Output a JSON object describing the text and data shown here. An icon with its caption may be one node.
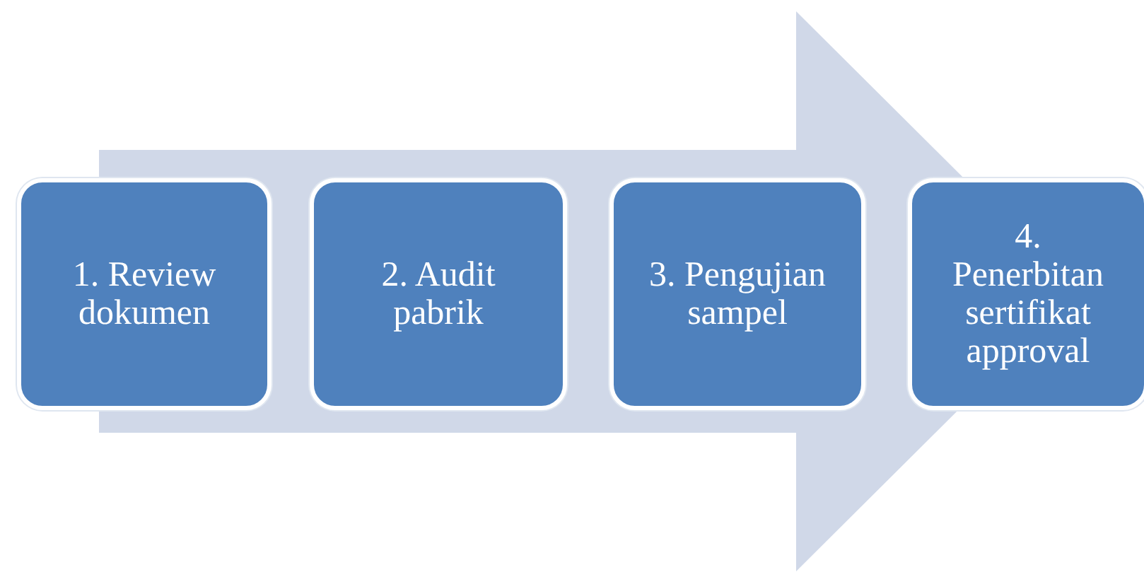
{
  "diagram": {
    "nodes": [
      {
        "text": [
          "1. Review dokumen"
        ]
      },
      {
        "text": [
          "2. Audit pabrik"
        ]
      },
      {
        "text": [
          "3. Pengujian sampel"
        ]
      },
      {
        "text": [
          "4. Penerbitan sertifikat approval"
        ]
      }
    ],
    "edges": [
      {
        "from": 0,
        "to": 3,
        "arrow": "to"
      }
    ]
  }
}
